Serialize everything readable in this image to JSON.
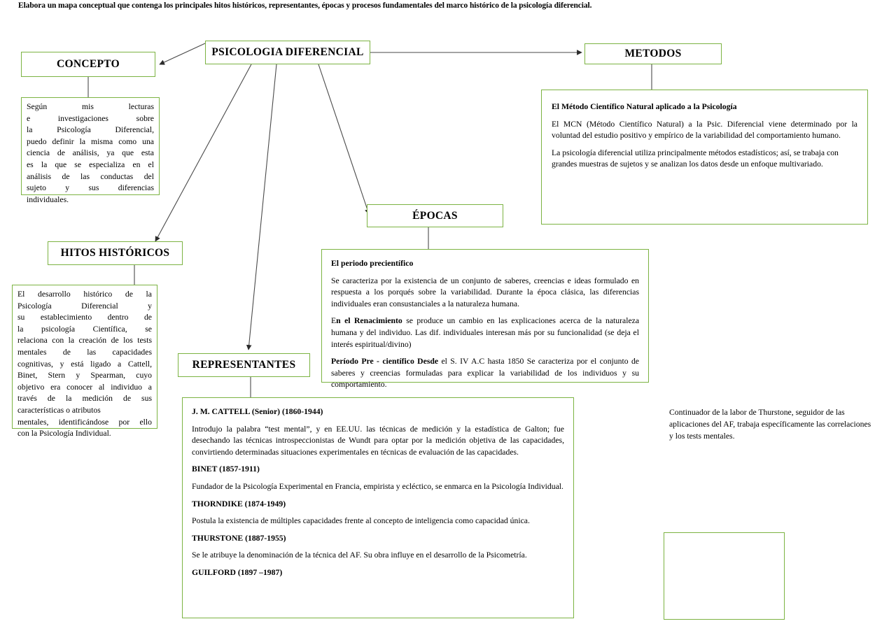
{
  "page": {
    "prompt": "Elabora un mapa conceptual que contenga los principales hitos históricos, representantes, épocas y procesos fundamentales del marco histórico de la psicología diferencial.",
    "accent_color": "#7cb342",
    "connector_color": "#404040",
    "background": "#ffffff"
  },
  "nodes": {
    "root": {
      "title": "PSICOLOGIA DIFERENCIAL"
    },
    "concepto": {
      "title": "CONCEPTO",
      "body_line_1": "Según mis lecturas",
      "body_line_2": "e investigaciones sobre",
      "body_line_3": "la Psicología Diferencial,",
      "body_line_4": "puedo definir la misma como una",
      "body_line_5": "ciencia de análisis, ya que esta",
      "body_line_6": "es la que se especializa en el",
      "body_line_7": "análisis de las conductas del",
      "body_line_8": "sujeto y sus diferencias",
      "body_line_9": "individuales."
    },
    "metodos": {
      "title": "METODOS",
      "heading": "El Método Científico Natural aplicado a la Psicología",
      "paragraph_1": "El MCN (Método Científico Natural) a la Psic. Diferencial viene determinado por la voluntad del estudio positivo y empírico de la variabilidad del comportamiento humano.",
      "paragraph_2": "La psicología diferencial utiliza principalmente métodos estadísticos; así, se trabaja con grandes muestras de sujetos y se analizan los datos desde un enfoque multivariado."
    },
    "hitos": {
      "title": "HITOS HISTÓRICOS",
      "body_line_1": "El desarrollo histórico de la",
      "body_line_2": "Psicología Diferencial y",
      "body_line_3": "su establecimiento dentro de",
      "body_line_4": "la psicología Científica, se",
      "body_line_5": "relaciona con la creación de los tests",
      "body_line_6": "mentales de las capacidades",
      "body_line_7": "cognitivas, y está ligado a Cattell,",
      "body_line_8": "Binet, Stern y Spearman, cuyo",
      "body_line_9": "objetivo era conocer al individuo a",
      "body_line_10": "través de la medición de sus",
      "body_line_11": "características o atributos",
      "body_line_12": "mentales, identificándose por ello",
      "body_line_13": "con la Psicología Individual."
    },
    "epocas": {
      "title": "ÉPOCAS",
      "heading": "El periodo precientífico",
      "paragraph_1": "Se caracteriza por la existencia de un conjunto de saberes, creencias e ideas formulado en respuesta a los porqués sobre la variabilidad. Durante la época clásica, las diferencias individuales eran consustanciales a la naturaleza humana.",
      "paragraph_2_lead_prefix": "E",
      "paragraph_2_lead": "n el Renacimiento",
      "paragraph_2_rest": " se produce un cambio en las explicaciones acerca de la naturaleza humana y del individuo. Las dif. individuales interesan más por su funcionalidad (se deja el interés espiritual/divino)",
      "paragraph_3_lead": "Período Pre - científico Desde",
      "paragraph_3_rest": " el S. IV A.C hasta 1850 Se caracteriza por el conjunto de saberes y creencias formuladas para explicar la variabilidad de los individuos y su comportamiento."
    },
    "representantes": {
      "title": "REPRESENTANTES",
      "entries": [
        {
          "name": "J. M. CATTELL (Senior) (1860-1944)",
          "description": "Introdujo la palabra “test mental”, y en EE.UU. las técnicas de medición y la estadística de Galton; fue desechando las técnicas introspeccionistas de Wundt para optar por la medición objetiva de las capacidades, convirtiendo determinadas situaciones experimentales en técnicas de evaluación de las capacidades."
        },
        {
          "name": "BINET (1857-1911)",
          "description": "Fundador de la Psicología Experimental en Francia, empirista y ecléctico, se enmarca en la Psicología Individual."
        },
        {
          "name": "THORNDIKE (1874-1949)",
          "description": "Postula la existencia de múltiples capacidades frente al concepto de inteligencia como capacidad única."
        },
        {
          "name": "THURSTONE (1887-1955)",
          "description": "Se le atribuye la denominación de la técnica del AF. Su obra influye en el desarrollo de la Psicometría."
        },
        {
          "name": "GUILFORD (1897 –1987)",
          "description": ""
        }
      ]
    },
    "guilford_note": {
      "text": "Continuador de la labor de Thurstone, seguidor de las aplicaciones del AF, trabaja específicamente las correlaciones y los tests mentales."
    },
    "empty_box": {
      "text": ""
    }
  }
}
